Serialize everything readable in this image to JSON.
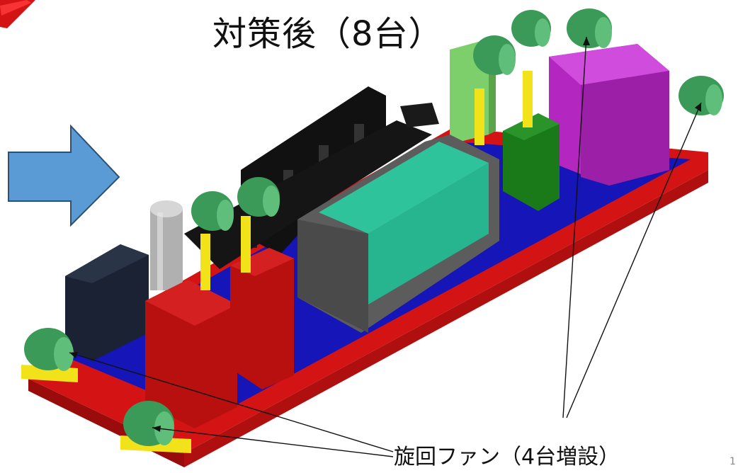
{
  "title": "対策後（8台）",
  "callout_label": "旋回ファン（4台増設）",
  "page_number": "1",
  "colors": {
    "frame_red": "#d41414",
    "floor_blue": "#1515b8",
    "black_frame": "#111111",
    "teal_block": "#27b58f",
    "grey_block": "#5c5c5c",
    "dark_red_cabinet": "#b80f0f",
    "magenta_block": "#b326c0",
    "dark_green_block": "#1a7a1a",
    "light_green_block": "#7ccf6a",
    "navy_cabinet": "#1b2233",
    "silver_tank": "#b0b0b0",
    "fan_green": "#3c9a58",
    "stand_yellow": "#f2e21a",
    "arrow_blue": "#5b9bd5"
  },
  "icons": [
    "arrow-right-icon",
    "fan-icon"
  ]
}
